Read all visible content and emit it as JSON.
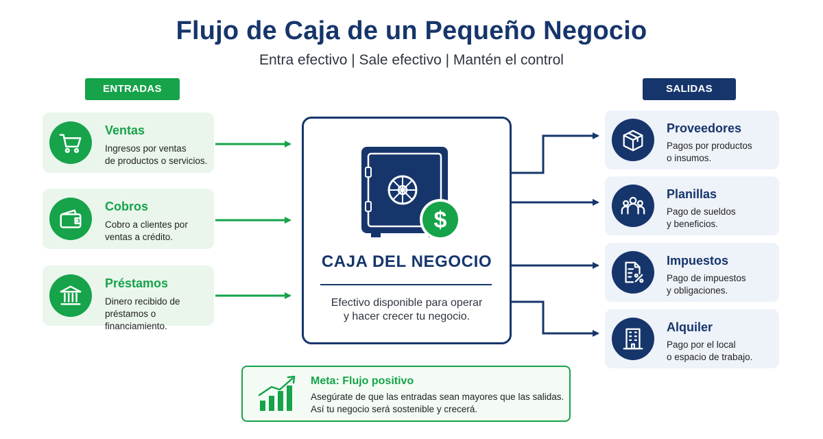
{
  "header": {
    "title": "Flujo de Caja de un Pequeño Negocio",
    "subtitle": "Entra efectivo | Sale efectivo | Mantén el control"
  },
  "entradas": {
    "label": "ENTRADAS",
    "items": [
      {
        "title": "Ventas",
        "desc": "Ingresos por ventas\nde productos o servicios.",
        "icon": "shopping-cart-icon"
      },
      {
        "title": "Cobros",
        "desc": "Cobro a clientes por\nventas a crédito.",
        "icon": "wallet-icon"
      },
      {
        "title": "Préstamos",
        "desc": "Dinero recibido de\npréstamos o financiamiento.",
        "icon": "bank-icon"
      }
    ]
  },
  "salidas": {
    "label": "SALIDAS",
    "items": [
      {
        "title": "Proveedores",
        "desc": "Pagos por productos\no insumos.",
        "icon": "package-icon"
      },
      {
        "title": "Planillas",
        "desc": "Pago de sueldos\ny beneficios.",
        "icon": "people-icon"
      },
      {
        "title": "Impuestos",
        "desc": "Pago de impuestos\ny obligaciones.",
        "icon": "tax-document-icon"
      },
      {
        "title": "Alquiler",
        "desc": "Pago por el local\no espacio de trabajo.",
        "icon": "building-icon"
      }
    ]
  },
  "center": {
    "title": "CAJA DEL NEGOCIO",
    "desc": "Efectivo disponible para operar\ny hacer crecer tu negocio.",
    "icon": "safe-icon",
    "badge_icon": "dollar-icon"
  },
  "goal": {
    "title": "Meta: Flujo positivo",
    "desc": "Asegúrate de que las entradas sean mayores que las salidas.\nAsí tu negocio será sostenible y crecerá.",
    "icon": "growth-chart-icon"
  },
  "colors": {
    "navy": "#16356b",
    "green": "#16a34a",
    "green_bg": "#eaf6ec",
    "navy_bg": "#eef2f9"
  }
}
